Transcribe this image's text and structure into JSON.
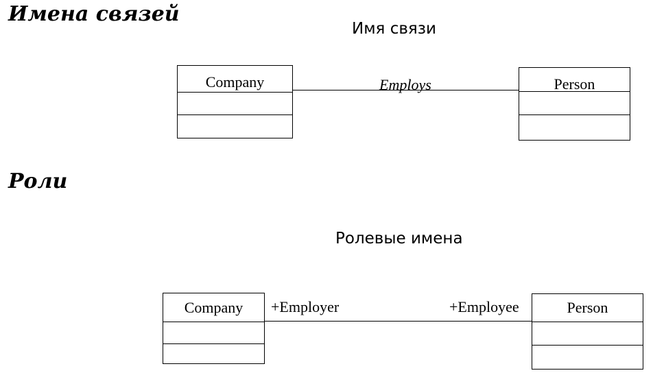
{
  "section_names": {
    "heading": "Имена связей",
    "caption": "Имя связи",
    "left_class": "Company",
    "right_class": "Person",
    "association_name": "Employs"
  },
  "section_roles": {
    "heading": "Роли",
    "caption": "Ролевые имена",
    "left_class": "Company",
    "right_class": "Person",
    "left_role": "+Employer",
    "right_role": "+Employee"
  }
}
